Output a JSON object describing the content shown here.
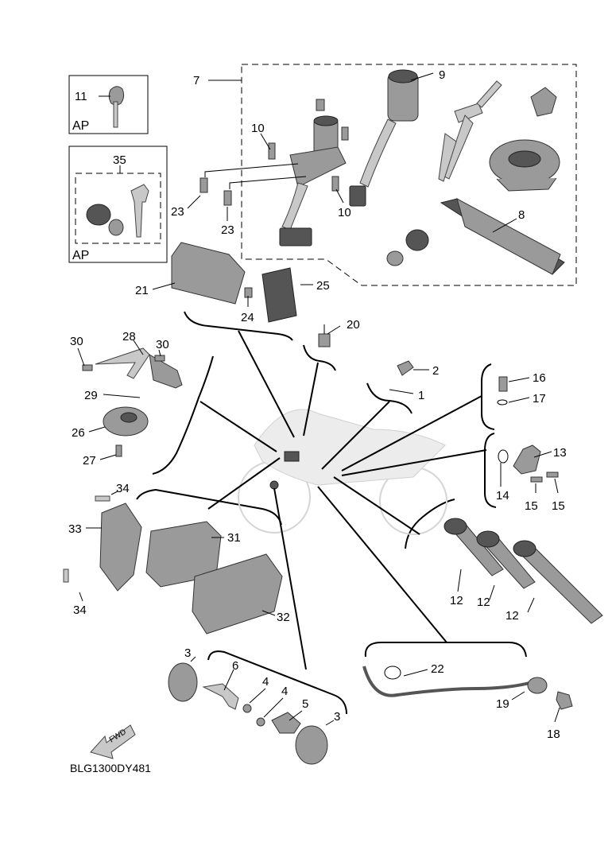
{
  "diagram": {
    "title": "Electrical parts exploded view",
    "drawing_code": "BLG1300DY481",
    "fwd_label": "FWD",
    "ap_label": "AP",
    "labels": {
      "p1": "1",
      "p2": "2",
      "p3a": "3",
      "p3b": "3",
      "p4a": "4",
      "p4b": "4",
      "p5": "5",
      "p6": "6",
      "p7": "7",
      "p8": "8",
      "p9": "9",
      "p10a": "10",
      "p10b": "10",
      "p11": "11",
      "p12a": "12",
      "p12b": "12",
      "p12c": "12",
      "p13": "13",
      "p14": "14",
      "p15a": "15",
      "p15b": "15",
      "p16": "16",
      "p17": "17",
      "p18": "18",
      "p19": "19",
      "p20": "20",
      "p21": "21",
      "p22": "22",
      "p23a": "23",
      "p23b": "23",
      "p24": "24",
      "p25": "25",
      "p26": "26",
      "p27": "27",
      "p28": "28",
      "p29": "29",
      "p30a": "30",
      "p30b": "30",
      "p31": "31",
      "p32": "32",
      "p33": "33",
      "p34a": "34",
      "p34b": "34",
      "p35": "35"
    }
  }
}
